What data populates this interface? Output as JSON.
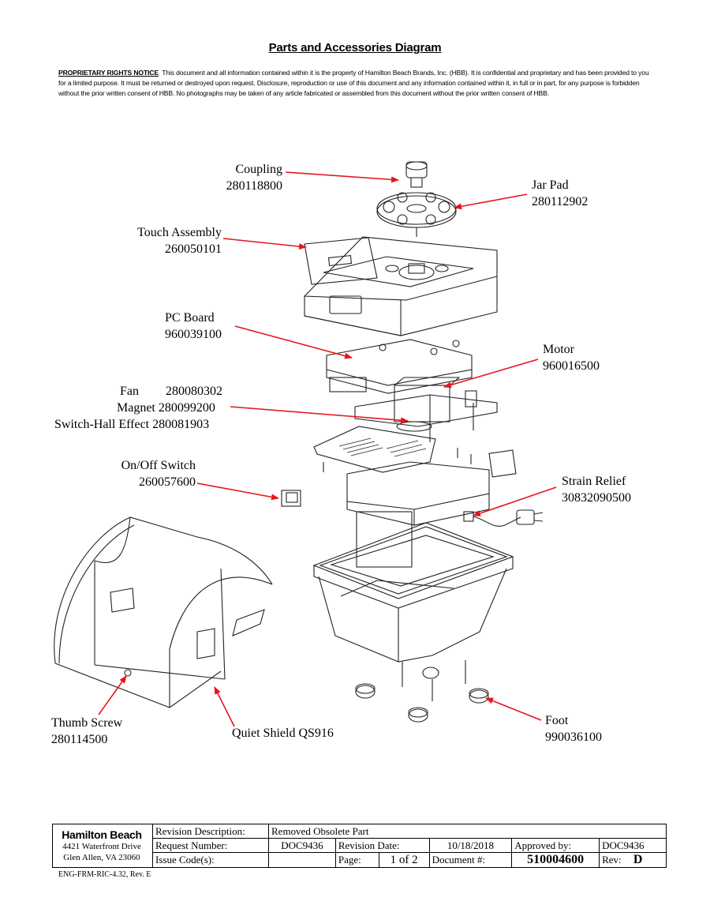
{
  "title": "Parts and Accessories Diagram",
  "notice": {
    "heading": "PROPRIETARY RIGHTS NOTICE",
    "text": "This document and all information contained within it is the property of Hamilton Beach Brands, Inc. (HBB).  It is confidential and proprietary and has been provided to you for a limited purpose.  It must be returned or destroyed upon request.  Disclosure, reproduction or use of this document and any information contained within it, in full or in part, for any purpose is forbidden without the prior written consent of HBB.  No photographs may be taken of any article fabricated or assembled from this document without the prior written consent of HBB."
  },
  "parts": {
    "coupling": {
      "name": "Coupling",
      "number": "280118800"
    },
    "jar_pad": {
      "name": "Jar Pad",
      "number": "280112902"
    },
    "touch_assembly": {
      "name": "Touch Assembly",
      "number": "260050101"
    },
    "pc_board": {
      "name": "PC Board",
      "number": "960039100"
    },
    "motor": {
      "name": "Motor",
      "number": "960016500"
    },
    "fan": {
      "name": "Fan",
      "number": "280080302"
    },
    "magnet": {
      "name": "Magnet",
      "number": "280099200"
    },
    "switch_hall": {
      "name": "Switch-Hall Effect",
      "number": "280081903"
    },
    "onoff_switch": {
      "name": "On/Off Switch",
      "number": "260057600"
    },
    "strain_relief": {
      "name": "Strain Relief",
      "number": "30832090500"
    },
    "thumb_screw": {
      "name": "Thumb Screw",
      "number": "280114500"
    },
    "quiet_shield": {
      "name": "Quiet Shield",
      "number": "QS916"
    },
    "foot": {
      "name": "Foot",
      "number": "990036100"
    }
  },
  "title_block": {
    "company": "Hamilton Beach",
    "address1": "4421 Waterfront Drive",
    "address2": "Glen Allen, VA  23060",
    "revision_description_label": "Revision Description:",
    "revision_description": "Removed Obsolete Part",
    "request_number_label": "Request Number:",
    "request_number": "DOC9436",
    "revision_date_label": "Revision Date:",
    "revision_date": "10/18/2018",
    "approved_by_label": "Approved by:",
    "approved_by": "DOC9436",
    "issue_code_label": "Issue Code(s):",
    "issue_code": "",
    "page_label": "Page:",
    "page": "1 of 2",
    "document_label": "Document #:",
    "document_number": "510004600",
    "rev_label": "Rev:",
    "rev": "D"
  },
  "form_number": "ENG-FRM-RIC-4.32, Rev. E",
  "colors": {
    "arrow": "#e8141c",
    "line": "#222222",
    "ink": "#000000"
  }
}
